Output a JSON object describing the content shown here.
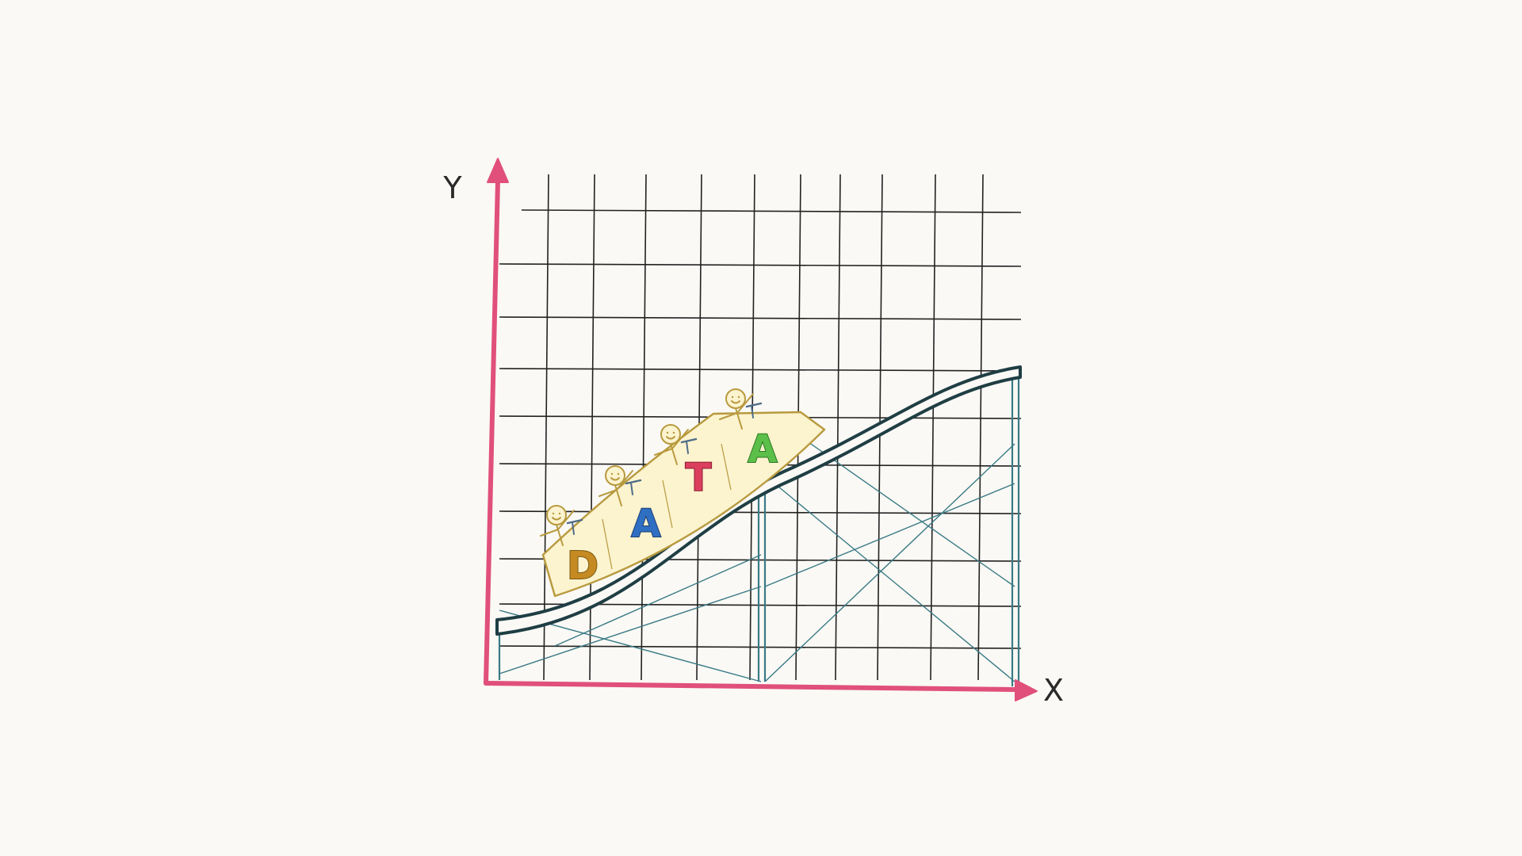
{
  "axes": {
    "x_label": "X",
    "y_label": "Y",
    "axis_color": "#e0507a"
  },
  "grid": {
    "line_color": "#222222"
  },
  "coaster": {
    "track_color": "#1f3e44",
    "support_color": "#3a7a85",
    "car_fill": "#fcf3cf",
    "car_outline": "#b89a3e",
    "rider_color": "#b89a3e",
    "letters": [
      {
        "text": "D",
        "color": "#c58a22"
      },
      {
        "text": "A",
        "color": "#2f6fc2"
      },
      {
        "text": "T",
        "color": "#dc3e5d"
      },
      {
        "text": "A",
        "color": "#5bbf4a"
      }
    ]
  }
}
